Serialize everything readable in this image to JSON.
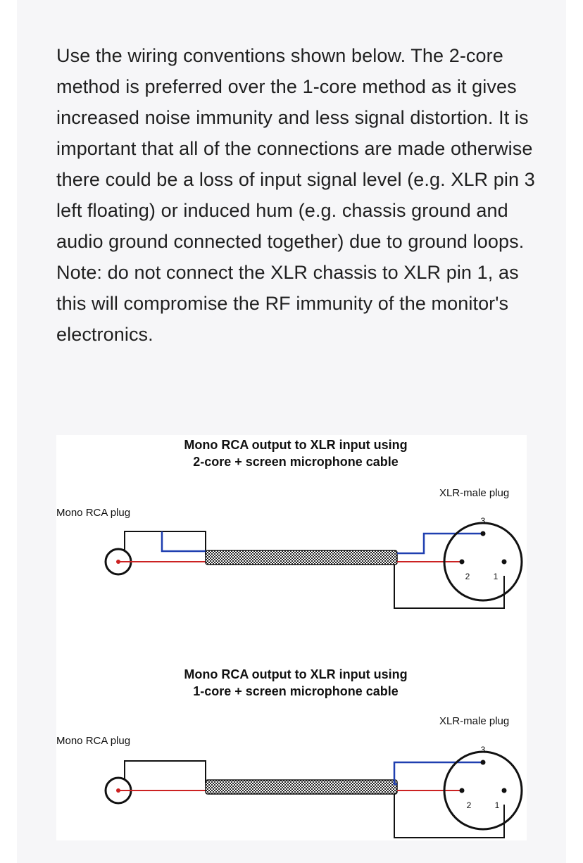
{
  "article": {
    "paragraph": "Use the wiring conventions shown below. The 2-core method is preferred over the 1-core method as it gives increased noise immunity and less signal distortion. It is important that all of the connections are made otherwise there could be a loss of input signal level (e.g. XLR pin 3 left floating) or induced hum (e.g. chassis ground and audio ground connected together) due to ground loops. Note: do not connect the XLR chassis to XLR pin 1, as this will compromise the RF immunity of the monitor's electronics."
  },
  "diagram_top": {
    "title_line1": "Mono RCA output to XLR input using",
    "title_line2": "2-core + screen microphone cable",
    "rca_label": "Mono RCA plug",
    "xlr_label": "XLR-male plug",
    "pin3": "3",
    "pin2": "2",
    "pin1": "1"
  },
  "diagram_bottom": {
    "title_line1": "Mono RCA output to XLR input using",
    "title_line2": "1-core + screen microphone cable",
    "rca_label": "Mono RCA plug",
    "xlr_label": "XLR-male plug",
    "pin3": "3",
    "pin2": "2",
    "pin1": "1"
  },
  "colors": {
    "signal_wire": "#cc2222",
    "blue_wire": "#1f3fb0",
    "ground_wire": "#111111"
  }
}
